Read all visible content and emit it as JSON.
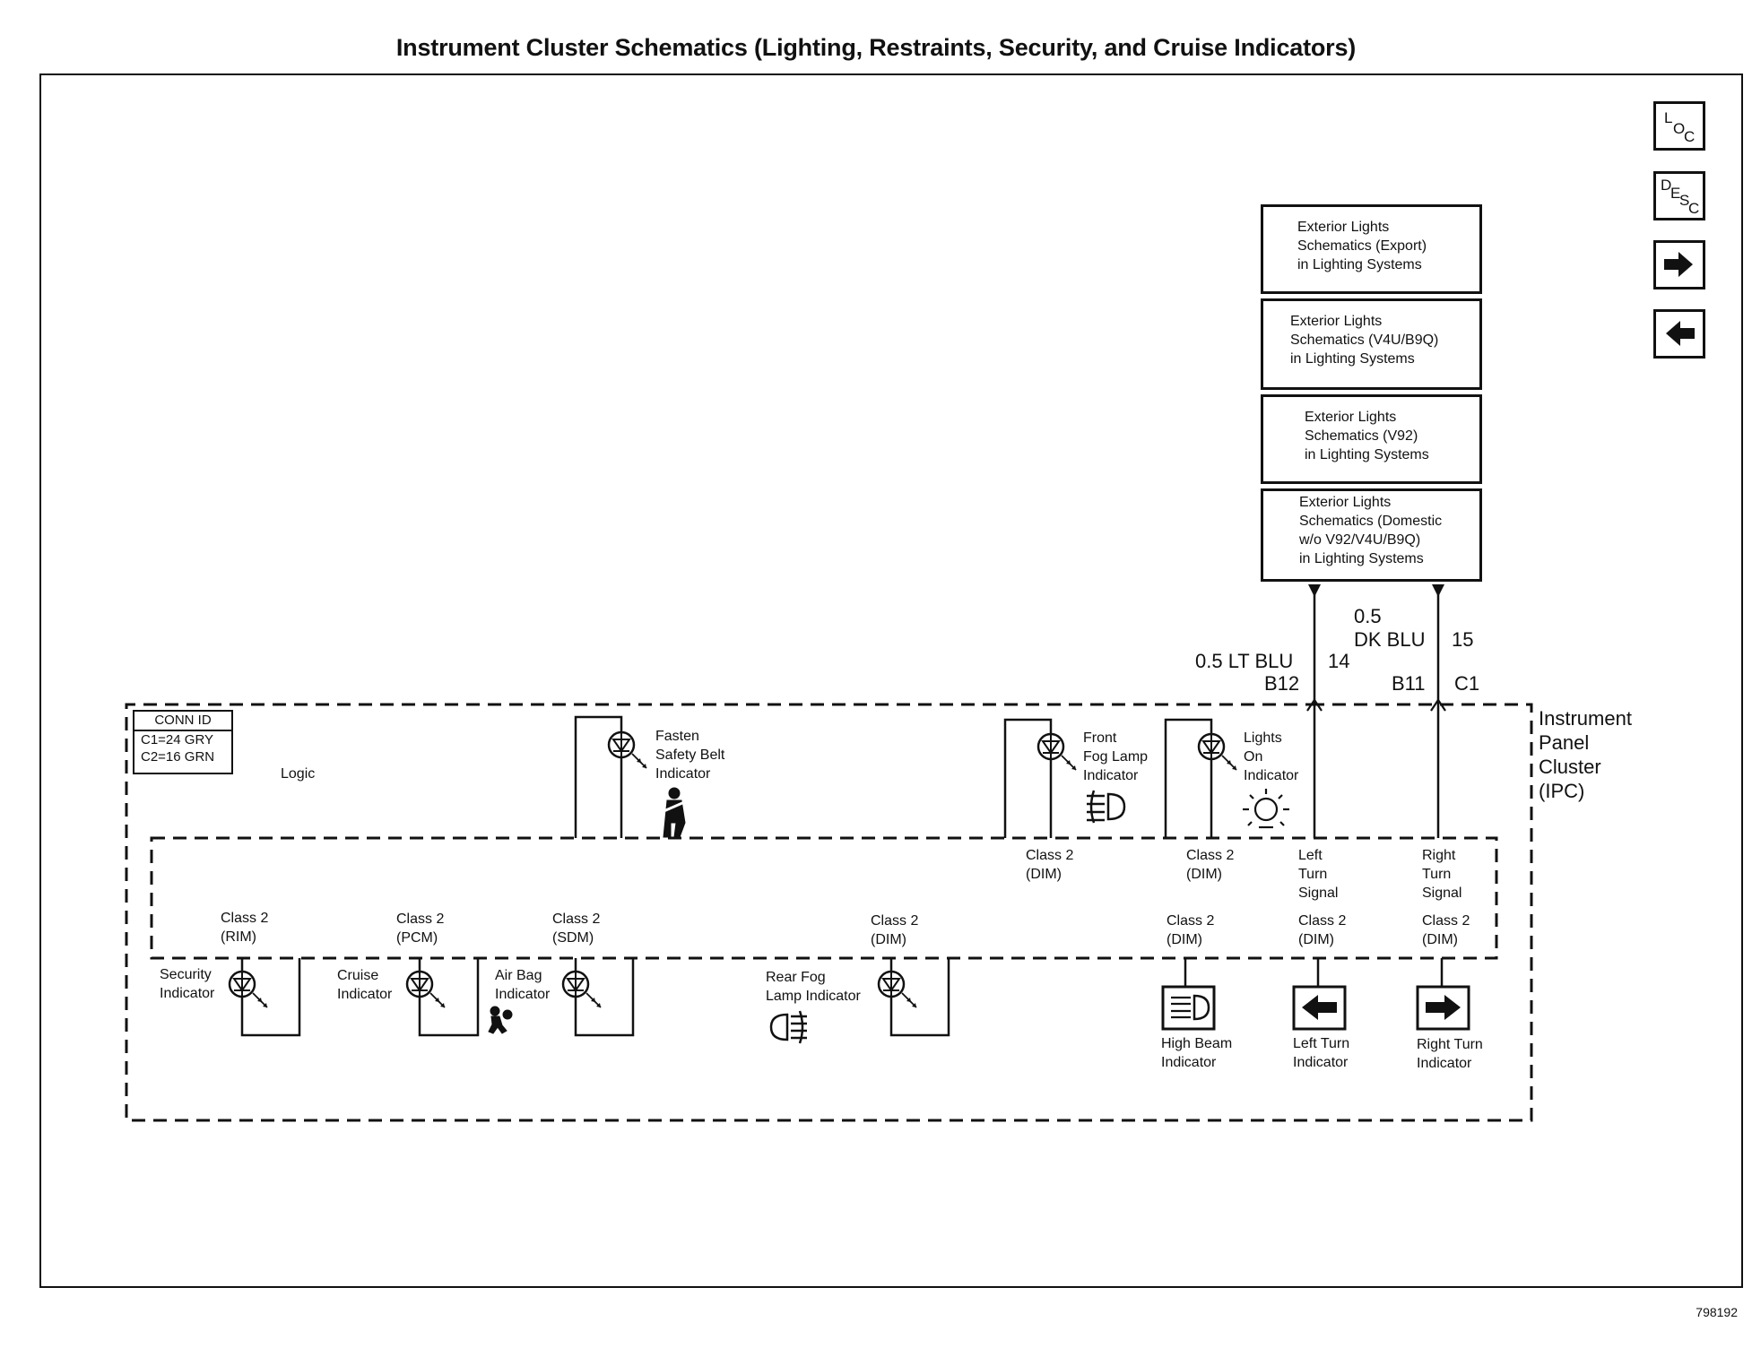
{
  "title": "Instrument Cluster Schematics (Lighting, Restraints, Security, and Cruise Indicators)",
  "figure_number": "798192",
  "nav": {
    "loc": {
      "sup": "L",
      "sub1": "O",
      "sub2": "C"
    },
    "desc": {
      "sup": "D",
      "sub1": "E",
      "sub2": "S",
      "sub3": "C"
    },
    "next_icon": "right-arrow-icon",
    "prev_icon": "left-arrow-icon"
  },
  "ref_boxes": [
    "Exterior Lights\nSchematics (Export)\nin Lighting Systems",
    "Exterior Lights\nSchematics (V4U/B9Q)\nin Lighting Systems",
    "Exterior Lights\nSchematics (V92)\nin Lighting Systems",
    "Exterior Lights\nSchematics (Domestic\nw/o V92/V4U/B9Q)\nin Lighting Systems"
  ],
  "wires": {
    "left": {
      "size_color": "0.5 LT BLU",
      "circuit": "14",
      "pin": "B12"
    },
    "right": {
      "size": "0.5",
      "color": "DK BLU",
      "circuit": "15",
      "pin": "B11",
      "connector": "C1"
    }
  },
  "ipc_label": "Instrument\nPanel\nCluster\n(IPC)",
  "conn_id": {
    "header": "CONN ID",
    "rows": [
      "C1=24 GRY",
      "C2=16 GRN"
    ]
  },
  "logic_label": "Logic",
  "indicators_top": [
    {
      "name": "Fasten\nSafety Belt\nIndicator",
      "icon": "seatbelt-icon"
    },
    {
      "name": "Front\nFog Lamp\nIndicator",
      "icon": "front-fog-lamp-icon",
      "source": "Class 2\n(DIM)"
    },
    {
      "name": "Lights\nOn\nIndicator",
      "icon": "lights-on-icon",
      "source": "Class 2\n(DIM)"
    }
  ],
  "turn_signal_labels": [
    "Left\nTurn\nSignal",
    "Right\nTurn\nSignal"
  ],
  "indicators_bottom": [
    {
      "name": "Security\nIndicator",
      "source": "Class 2\n(RIM)"
    },
    {
      "name": "Cruise\nIndicator",
      "source": "Class 2\n(PCM)"
    },
    {
      "name": "Air Bag\nIndicator",
      "source": "Class 2\n(SDM)",
      "icon": "air-bag-icon"
    },
    {
      "name": "Rear Fog\nLamp Indicator",
      "source": "Class 2\n(DIM)",
      "icon": "rear-fog-lamp-icon"
    },
    {
      "name": "High Beam\nIndicator",
      "source": "Class 2\n(DIM)",
      "icon": "high-beam-icon"
    },
    {
      "name": "Left Turn\nIndicator",
      "source": "Class 2\n(DIM)",
      "icon": "left-arrow-icon"
    },
    {
      "name": "Right Turn\nIndicator",
      "source": "Class 2\n(DIM)",
      "icon": "right-arrow-icon"
    }
  ]
}
